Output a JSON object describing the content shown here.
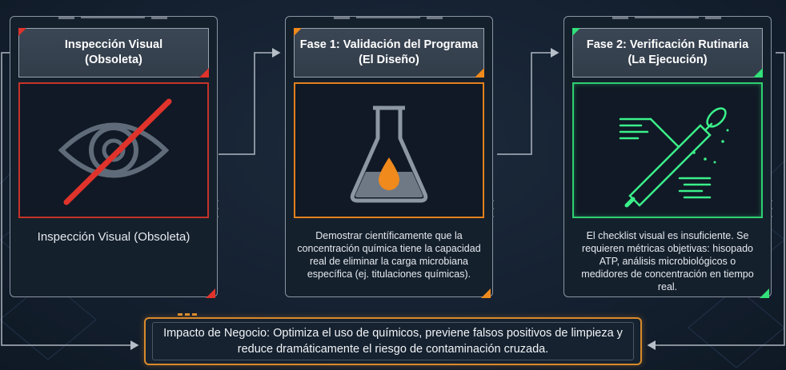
{
  "cards": [
    {
      "title_line1": "Inspección Visual",
      "title_line2": "(Obsoleta)",
      "icon": "crossed-eye-icon",
      "accent": "#e0332b",
      "desc": "Inspección Visual (Obsoleta)"
    },
    {
      "title_line1": "Fase 1: Validación del Programa",
      "title_line2": "(El Diseño)",
      "icon": "flask-icon",
      "accent": "#f08a1c",
      "desc": "Demostrar científicamente que la concentración química tiene la capacidad real de eliminar la carga microbiana específica (ej. titulaciones químicas)."
    },
    {
      "title_line1": "Fase 2: Verificación Rutinaria",
      "title_line2": "(La Ejecución)",
      "icon": "swab-icon",
      "accent": "#33e07a",
      "desc": "El checklist visual es insuficiente. Se requieren métricas objetivas: hisopado ATP, análisis microbiológicos o medidores de concentración en tiempo real."
    }
  ],
  "impact": {
    "text": "Impacto de Negocio: Optimiza el uso de químicos, previene falsos positivos de limpieza y reduce dramáticamente el riesgo de contaminación cruzada."
  }
}
